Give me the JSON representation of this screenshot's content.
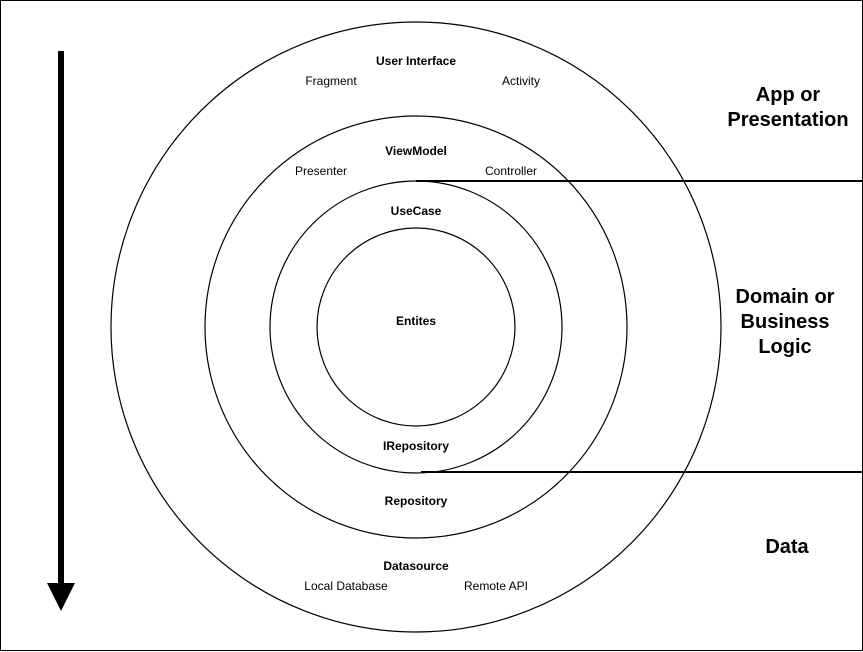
{
  "rings": {
    "outer": {
      "title": "User Interface",
      "items": [
        "Fragment",
        "Activity"
      ],
      "bottom_title": "Datasource",
      "bottom_items": [
        "Local Database",
        "Remote API"
      ]
    },
    "viewmodel": {
      "title": "ViewModel",
      "items": [
        "Presenter",
        "Controller"
      ],
      "bottom_title": "Repository"
    },
    "usecase": {
      "title": "UseCase",
      "bottom_title": "IRepository"
    },
    "core": {
      "title": "Entites"
    }
  },
  "layers": {
    "app": "App or Presentation",
    "domain": "Domain or Business Logic",
    "data": "Data"
  },
  "colors": {
    "stroke": "#000000",
    "background": "#ffffff"
  },
  "icons": {
    "flow_arrow": "arrow-down-icon"
  }
}
